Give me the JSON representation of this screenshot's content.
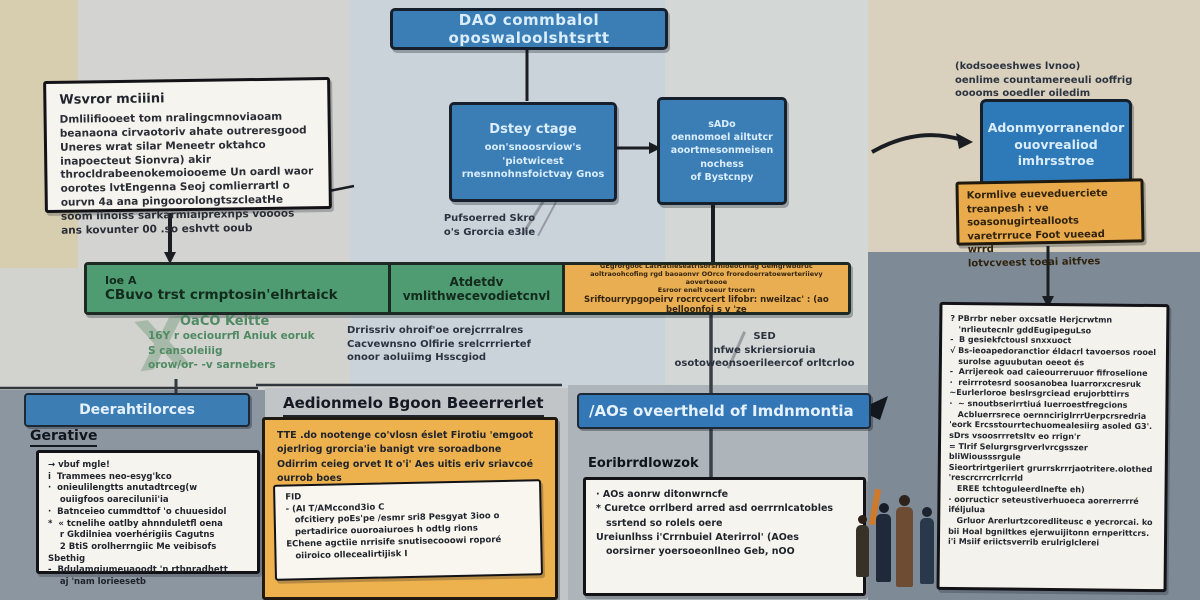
{
  "colors": {
    "blue_box": "#3b7eb6",
    "green_bar": "#4f9b72",
    "orange": "#e9aa4c",
    "note_bg": "#f6f4ee",
    "dark_text": "#20242c",
    "green_text": "#4f8a63"
  },
  "top": {
    "main_title": "DAO commbalol oposwaloolshtsrtt",
    "left_note": {
      "title": "Wsvror mciiini",
      "body": "Dmlilifiooeet tom nralingcmnoviaoam beanaona cirvaotoriv ahate outreresgood Uneres wrat silar Meneetr oktahco inapoecteut Sionvra) akir throcldrabeenokemoiooeme Un oardl waor oorotes lvtEngenna Seoj comlierrartl o ourvn 4a ana pingoorolongtszcleatHe soom iinoiss sarkarmiaiprexnps voooos ans kovunter 00 .so eshvtt ooub"
    },
    "stage_box": {
      "title": "Dstey ctage",
      "lines": [
        "oon'snoosrviow's",
        "'piotwicest",
        "rnesnnohnsfoictvay Gnos"
      ]
    },
    "sado_box": {
      "lines": [
        "sADo",
        "oennomoel ailtutcr",
        "aoortmesonmeisen",
        "nochess",
        "of Bystcnpy"
      ]
    },
    "preferred_note": [
      "Pufsoerred Skro",
      "o's Grorcia e3lie"
    ],
    "right_annotation": [
      "(kodsoeeshwes lvnoo)",
      "oenlime countamereeuli ooffrig",
      "ooooms ooedler oiledim"
    ],
    "admin_box": {
      "lines": [
        "Adonmyorranendor",
        "ouovrealiod",
        "imhrsstroe"
      ]
    },
    "right_orange_note": [
      "Kormlive eueveduerciete",
      "treanpesh : ve soasonugirtealloots",
      "varetrrruce Foot vueead wrrd",
      "lotvcveest toeai aitfves"
    ]
  },
  "middle_bar": {
    "green_left_small": "Ioe A",
    "green_left_big": "CBuvo trst crmptosin'elhrtaick",
    "green_right": "Atdetdv vmlithwecevodietcnvl",
    "orange_small": [
      "GEgrorgooc LatHatileseatrisorsrnloeocirlag Gemgrwbdruc",
      "aoltraoohcofing rgd baoaonvr OOrco froredoerratoewerteriievy aoverteooe",
      "Esroor enelt oeeur trocern"
    ],
    "orange_big": "Sriftourrypgopeirv rocrcvcert lifobr: nweilzac' : (ao belloonfoi s v 'ze"
  },
  "annotations": {
    "green_note": {
      "watermark": "X",
      "title": "OaCO Keitte",
      "lines": [
        "16Y r oeciourrfl Aniuk eoruk",
        "S cansoleiiig",
        "orow/or- -v sarnebers"
      ]
    },
    "center_note": [
      "Drrissriv ohroif'oe orejcrrralres",
      "Cacvewnsno Olfirie srelcrrriertef",
      "onoor aoluiimg Hsscgiod"
    ],
    "sed_note": [
      "SED",
      "nfwe skriersioruia",
      "osotoweonsoerileercof orltcrloo"
    ]
  },
  "bottom_left": {
    "header": "Deerahtilorces",
    "subheader": "Gerative",
    "bullets": [
      "→ vbuf mgle!",
      "i  Trammees neo-esyg'kco",
      "·  onieulilengtts anutadtrceg(w",
      "    ouiigfoos oarecilunii'ia",
      "·  Batnceieo cummdttof 'o chuuesidol",
      "*  « tcnelihe oatlby ahnnduletfl oena",
      "    r Gkdilniea voerhérigiis Cagutns",
      "    2 BtiS orolherrngiic Me veibisofs Sbethig",
      "-  Bdulamgiumeuaoodt 'n rtbnradhett",
      "    aj 'nam lorieesetb"
    ]
  },
  "bottom_middle": {
    "header": "Aedionmelo Bgoon Beeerrerlet",
    "orange_lines": [
      "TTE .do nootenge co'vlosn éslet Firotiu 'emgoot",
      "ojerlriog grorcia'ie banigt vre soroadbone",
      "Odirrim ceieg orvet It o'i' Aes uitis eriv sriavcoé",
      "ourrob boes"
    ],
    "note_lines": [
      "FID",
      "- (AI T/AMccond3io C",
      "   ofcitiery poEs'pe /esmr sri8 Pesgyat 3ioo o",
      "   pertadirice ouoroaiuroes h odtlg rions",
      "EChene agctiie nrrisife snutisecooowi roporé",
      "   oiiroico ollecealirtijisk I"
    ]
  },
  "bottom_right": {
    "header": "/AOs oveertheld of Imdnmontia",
    "subheader": "Eoribrrdlowzok",
    "bullets": [
      "· AOs aonrw ditonwrncfe",
      "* Curetce orrlberd arred asd oerrrnlcatobles",
      "   ssrtend so rolels oere",
      "Ureiunlhss i'Crrnbuiel Aterirrol' (AOes",
      "   oorsirner yoersoeonllneo Geb, nOO"
    ]
  },
  "right_panel": {
    "bullets": [
      "? PBrrbr neber oxcsatle Herjcrwtmn",
      "   'nrlieutecnlr gddEugipeguLso",
      "-  B gesiekfctousl snxxuoct",
      "√ Bs-ieoapedoranctior éldacrl tavoersos rooel",
      "   surolse aguubutan oeeot és",
      "-  Arrijereok oad caieourreruuor fifroselione",
      "·  reirrrotesrd soosanobea Iuarrorxcresruk",
      "~Eurlerloroe beslrsgrciead erujorbttirrs",
      "·  ~ snoutbserirrtiuá Iuerroestfregcions",
      "   Acbluerrsrece oernnciriglrrrUerpcrsredria",
      "'eork Ercsstourrtechuomealesiirg asoled G3'.",
      "sDrs vsoosrrretsltv eo rrign'r",
      "= Tlrif Selurgrsgrverlvrcgsszer bliWiousssrgule",
      "Sieortrirtgeriiert grurrskrrrjaotritere.olothed",
      "'rescrcrrcrrlcrrld",
      "   EREE tchtoguleerdlnefte eh)",
      "· oorructicr seteustiverhuoeca aorerrerrré iféljulua",
      "   Grluor Arerlurtzcoredliteusc e yecrorcai. ko",
      "bii Hoal bgniltkes ejerwuijitonn ernperittcrs.",
      "i'i Msiif eriictsverrib erulriglclerei"
    ]
  }
}
